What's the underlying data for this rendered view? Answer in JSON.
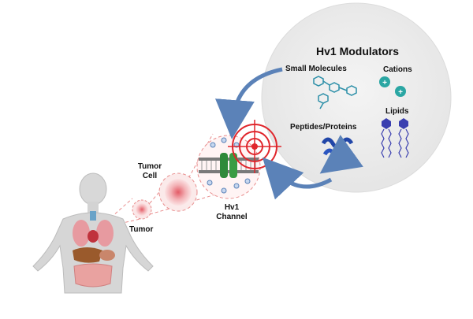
{
  "modulators_panel": {
    "title": "Hv1 Modulators",
    "small_molecules": "Small Molecules",
    "cations": "Cations",
    "peptides_proteins": "Peptides/Proteins",
    "lipids": "Lipids",
    "cation_symbol": "+"
  },
  "labels": {
    "tumor_cell_line1": "Tumor",
    "tumor_cell_line2": "Cell",
    "tumor": "Tumor",
    "channel_line1": "Hv1",
    "channel_line2": "Channel"
  },
  "colors": {
    "panel_fill": "#eeeeee",
    "arrow_blue": "#5b82b8",
    "target_red": "#e0262c",
    "channel_green": "#2f8a3a",
    "cation_teal": "#2aa6a3",
    "protein_blue": "#2146a8",
    "lipid_blue": "#3a3fb0",
    "dashed_pink": "#e88c8c",
    "skin": "#d6d6d6"
  },
  "icons": [
    "human-body-icon",
    "tumor-cell-icon",
    "target-icon",
    "hv1-channel-icon",
    "small-molecule-icon",
    "cation-icon",
    "protein-icon",
    "lipid-icon"
  ]
}
